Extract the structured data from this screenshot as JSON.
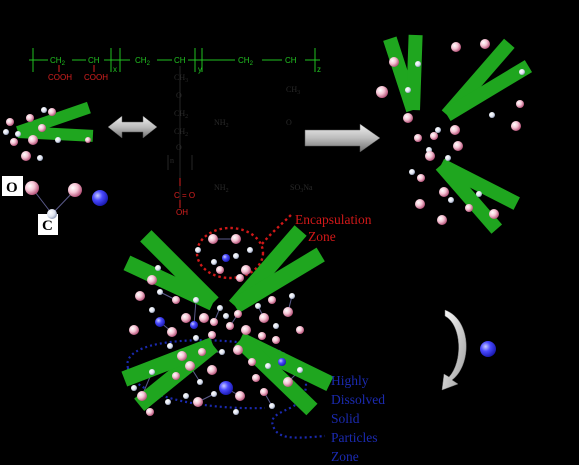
{
  "colors": {
    "background": "#000000",
    "polymer_backbone": "#21c021",
    "acid_group": "#d62020",
    "micelle_arm": "#1fa61f",
    "o_particle": "#f7c8d8",
    "c_particle": "#e8ecf4",
    "dissolved_particle": "#3a3aff",
    "encapsulation": "#d01818",
    "dissolved_zone": "#1b2ab0"
  },
  "polymer": {
    "ch2": "CH",
    "ch2_sub": "2",
    "ch": "CH",
    "cooh": "COOH",
    "x": "x",
    "y": "y",
    "z": "z",
    "ch3": "CH",
    "ch3_sub": "3",
    "ch2_chain_a": "CH",
    "ch2_chain_b": "CH",
    "o": "O",
    "n": "n",
    "c_eq_o": "C = O",
    "oh": "OH",
    "nh2": "NH",
    "so3na": "SO",
    "so3na_tail": "Na"
  },
  "legend": {
    "o_label": "O",
    "c_label": "C"
  },
  "zones": {
    "encapsulation_line1": "Encapsulation",
    "encapsulation_line2": "Zone",
    "dissolved_line1": "Highly",
    "dissolved_line2": "Dissolved",
    "dissolved_line3": "Solid",
    "dissolved_line4": "Particles",
    "dissolved_line5": "Zone"
  },
  "icons": [
    "double-arrow-icon",
    "right-arrow-icon",
    "curved-arrow-icon"
  ]
}
